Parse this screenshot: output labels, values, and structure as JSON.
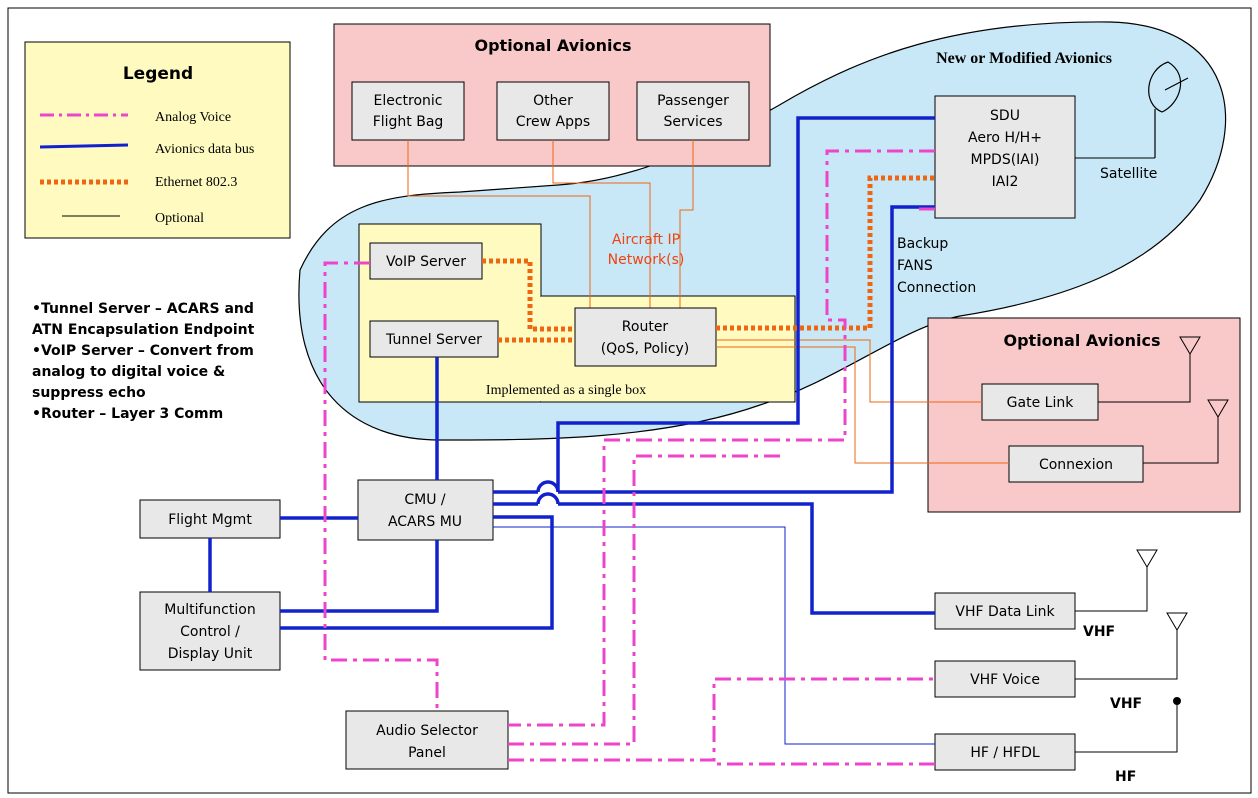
{
  "legend": {
    "title": "Legend",
    "items": [
      {
        "label": "Analog Voice",
        "color": "#ee44cc",
        "style": "dash-dot"
      },
      {
        "label": "Avionics data bus",
        "color": "#1122cc",
        "style": "solid-thick"
      },
      {
        "label": "Ethernet 802.3",
        "color": "#ee6611",
        "style": "dotted-thick"
      },
      {
        "label": "Optional",
        "color": "#000000",
        "style": "thin"
      }
    ]
  },
  "optional_top": {
    "title": "Optional Avionics",
    "boxes": [
      {
        "lines": [
          "Electronic",
          "Flight Bag"
        ]
      },
      {
        "lines": [
          "Other",
          "Crew Apps"
        ]
      },
      {
        "lines": [
          "Passenger",
          "Services"
        ]
      }
    ]
  },
  "new_avionics": {
    "title": "New or Modified Avionics"
  },
  "sdu": {
    "lines": [
      "SDU",
      "Aero H/H+",
      "MPDS(IAI)",
      "IAI2"
    ]
  },
  "satellite_label": "Satellite",
  "backup_label": [
    "Backup",
    "FANS",
    "Connection"
  ],
  "network_label": [
    "Aircraft IP",
    "Network(s)"
  ],
  "inner": {
    "voip": "VoIP Server",
    "tunnel": "Tunnel Server",
    "router": [
      "Router",
      "(QoS, Policy)"
    ],
    "caption": "Implemented as a single box"
  },
  "optional_right": {
    "title": "Optional Avionics",
    "boxes": [
      "Gate Link",
      "Connexion"
    ]
  },
  "notes": [
    "•Tunnel Server – ACARS and",
    "ATN Encapsulation Endpoint",
    "•VoIP Server – Convert from",
    "analog to digital voice &",
    "suppress echo",
    "•Router – Layer 3 Comm"
  ],
  "cmu": [
    "CMU /",
    "ACARS MU"
  ],
  "flight_mgmt": "Flight Mgmt",
  "mcdu": [
    "Multifunction",
    "Control /",
    "Display Unit"
  ],
  "audio": [
    "Audio Selector",
    "Panel"
  ],
  "radios": [
    {
      "box": "VHF Data Link",
      "band": "VHF"
    },
    {
      "box": "VHF Voice",
      "band": "VHF"
    },
    {
      "box": "HF / HFDL",
      "band": "HF"
    }
  ],
  "colors": {
    "pink_panel": "#f9c8c8",
    "blue_cloud": "#c8e8f8",
    "yellow_panel": "#fffbc0",
    "gray_box": "#e8e8e8",
    "voice": "#ee44cc",
    "bus": "#1122cc",
    "ethernet": "#ee6611",
    "network_text": "#ee4411"
  }
}
